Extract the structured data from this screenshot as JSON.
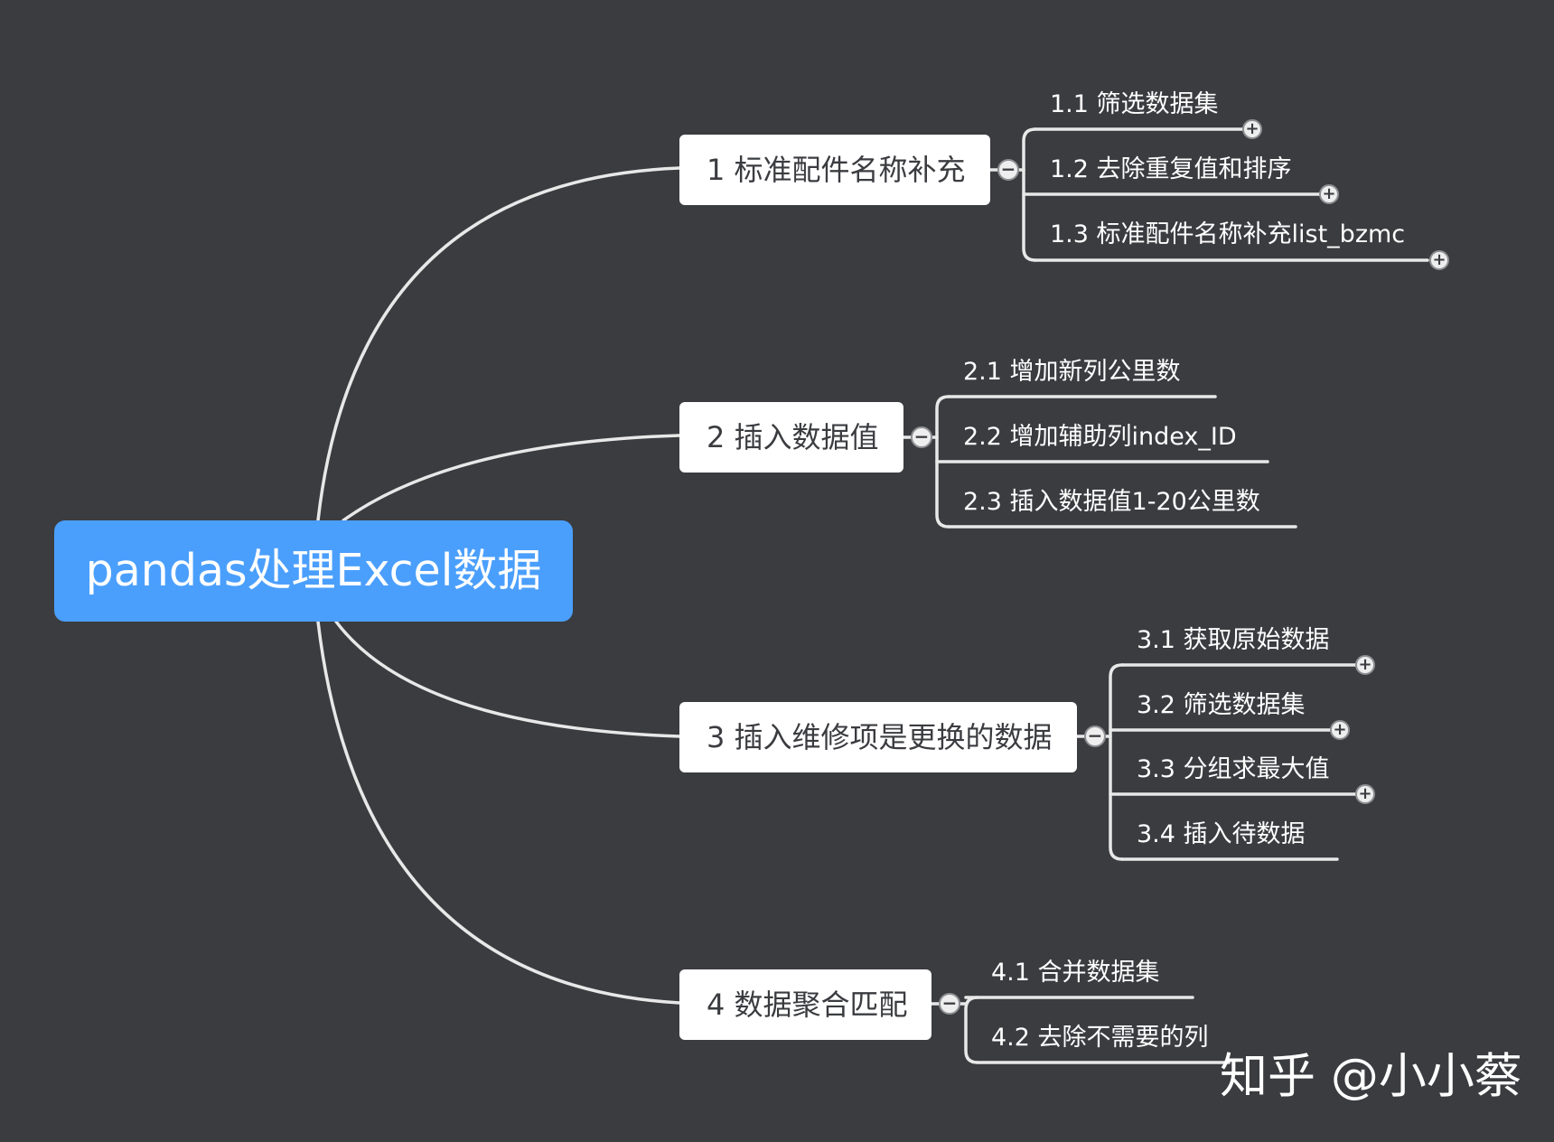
{
  "root": {
    "label": "pandas处理Excel数据"
  },
  "branches": [
    {
      "label": "1 标准配件名称补充",
      "collapse_icon": "minus",
      "children": [
        {
          "label": "1.1 筛选数据集",
          "expand_icon": "plus"
        },
        {
          "label": "1.2 去除重复值和排序",
          "expand_icon": "plus"
        },
        {
          "label": "1.3 标准配件名称补充list_bzmc",
          "expand_icon": "plus"
        }
      ]
    },
    {
      "label": "2 插入数据值",
      "collapse_icon": "minus",
      "children": [
        {
          "label": "2.1 增加新列公里数"
        },
        {
          "label": "2.2 增加辅助列index_ID"
        },
        {
          "label": "2.3 插入数据值1-20公里数"
        }
      ]
    },
    {
      "label": "3 插入维修项是更换的数据",
      "collapse_icon": "minus",
      "children": [
        {
          "label": "3.1 获取原始数据",
          "expand_icon": "plus"
        },
        {
          "label": "3.2 筛选数据集",
          "expand_icon": "plus"
        },
        {
          "label": "3.3 分组求最大值",
          "expand_icon": "plus"
        },
        {
          "label": "3.4 插入待数据"
        }
      ]
    },
    {
      "label": "4 数据聚合匹配",
      "collapse_icon": "minus",
      "children": [
        {
          "label": "4.1 合并数据集"
        },
        {
          "label": "4.2 去除不需要的列"
        }
      ]
    }
  ],
  "watermark": "知乎 @小小蔡",
  "colors": {
    "background": "#3b3c40",
    "root": "#4b9ffc",
    "node": "#ffffff",
    "line": "#e8e8e8"
  }
}
